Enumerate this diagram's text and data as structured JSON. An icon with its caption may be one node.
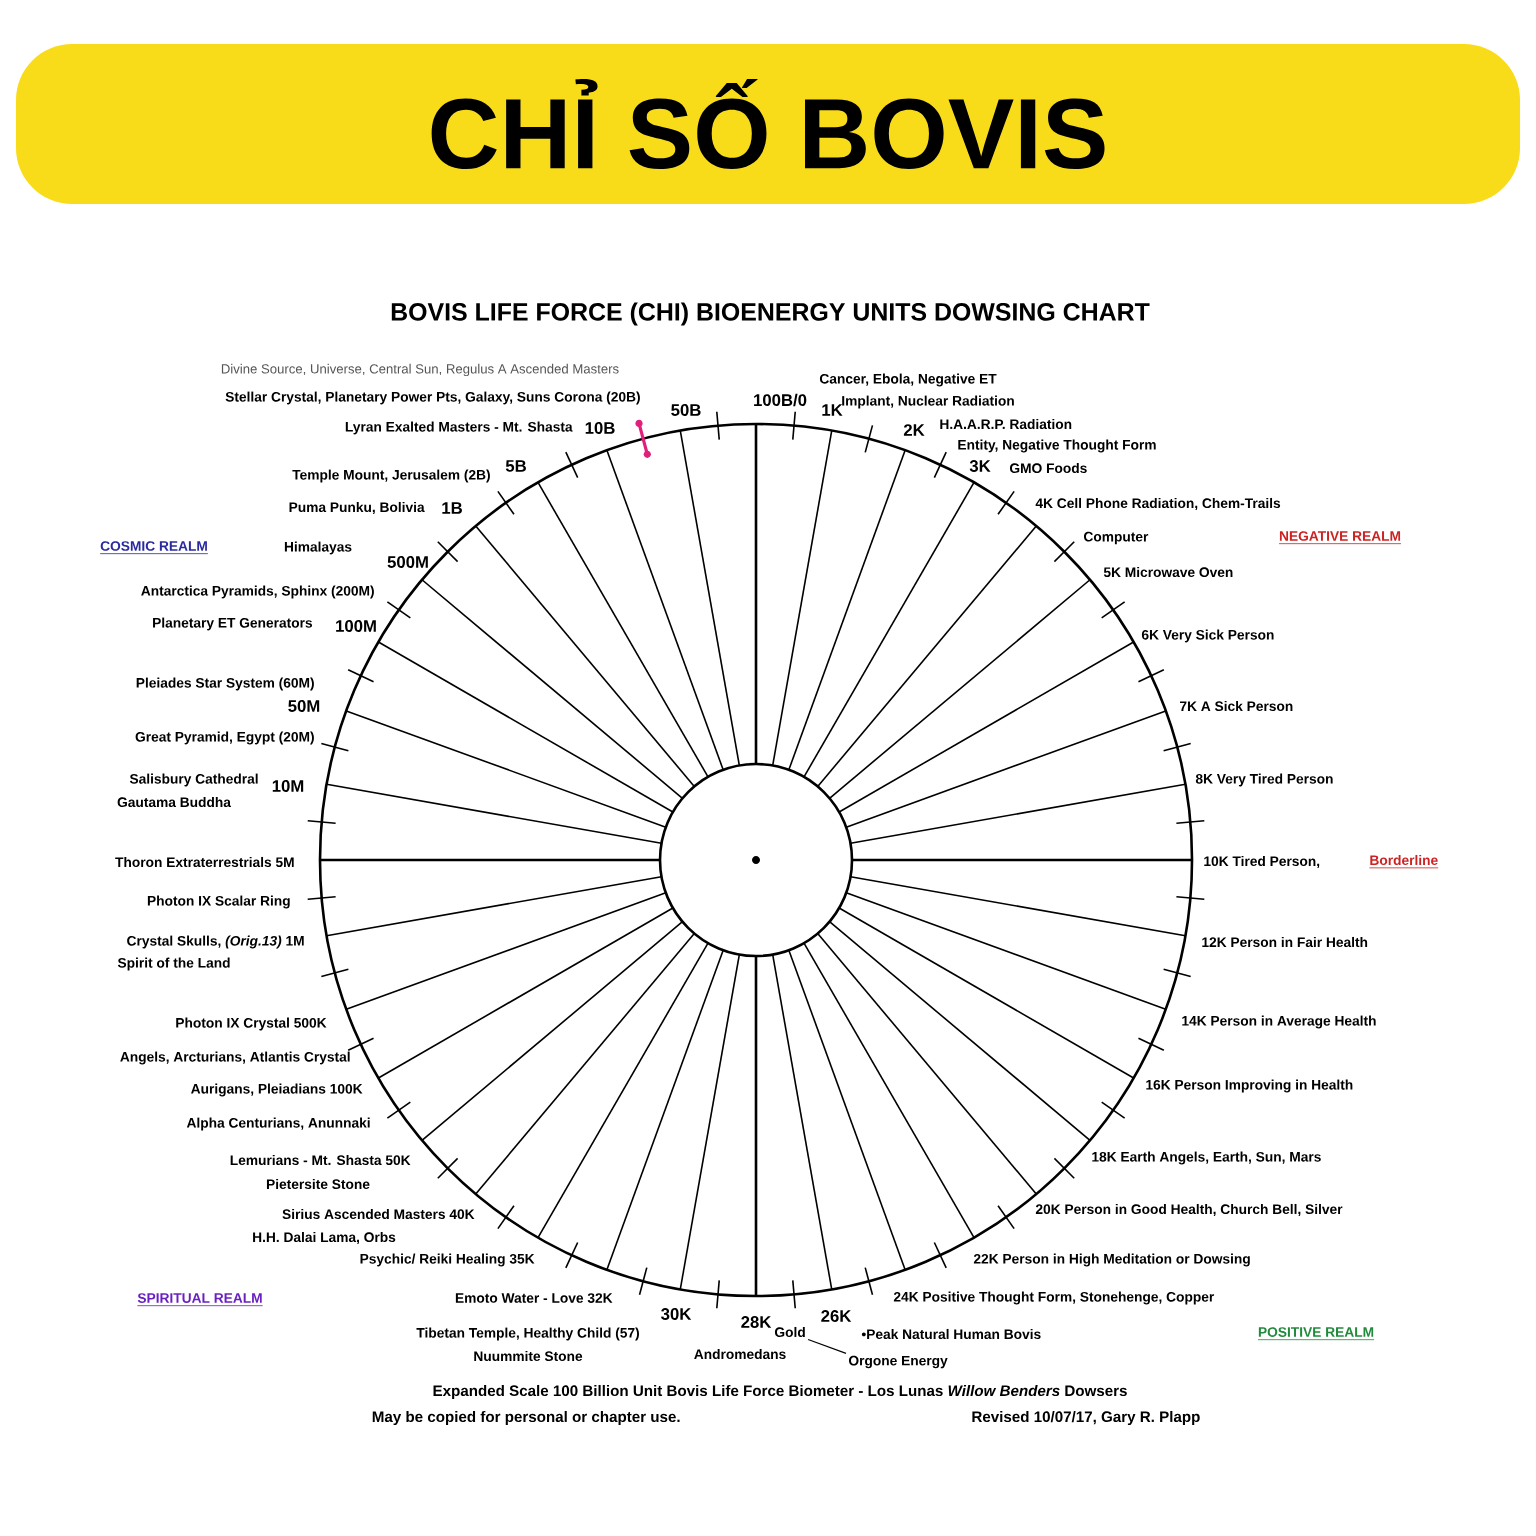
{
  "diagram": {
    "title": "CHỈ SỐ BOVIS",
    "nodes": [
      {
        "text": [
          "Gold"
        ]
      },
      {
        "text": [
          "Orgone Energy"
        ]
      }
    ],
    "edges": [
      {
        "from": 1,
        "to": 0,
        "arrow": "none"
      }
    ],
    "labels": [
      "BOVIS LIFE FORCE (CHI) BIOENERGY UNITS DOWSING CHART",
      "Divine Source, Universe, Central Sun, Regulus A Ascended Masters",
      "Stellar Crystal, Planetary Power Pts, Galaxy, Suns Corona (20B)",
      "50B",
      "100B/0",
      "Lyran Exalted Masters - Mt. Shasta",
      "10B",
      "5B",
      "Temple Mount, Jerusalem (2B)",
      "Puma Punku, Bolivia",
      "1B",
      "COSMIC REALM",
      "Himalayas",
      "500M",
      "Antarctica Pyramids, Sphinx (200M)",
      "Planetary ET Generators",
      "100M",
      "Pleiades Star System (60M)",
      "50M",
      "Great Pyramid, Egypt (20M)",
      "Salisbury Cathedral",
      "10M",
      "Gautama Buddha",
      "Thoron Extraterrestrials 5M",
      "Photon IX Scalar Ring",
      "Crystal Skulls, *(Orig.13)* 1M",
      "Spirit of the Land",
      "Photon IX Crystal  500K",
      "Angels, Arcturians, Atlantis Crystal",
      "Aurigans, Pleiadians 100K",
      "Alpha Centurians, Anunnaki",
      "Lemurians - Mt. Shasta 50K",
      "Pietersite Stone",
      "Sirius Ascended Masters 40K",
      "H.H. Dalai Lama, Orbs",
      "Psychic/ Reiki Healing 35K",
      "SPIRITUAL REALM",
      "Emoto Water - Love  32K",
      "30K",
      "Tibetan Temple, Healthy Child (57)",
      "Nuummite Stone",
      "28K",
      "Andromedans",
      "26K",
      "•Peak Natural Human Bovis",
      "Cancer, Ebola, Negative ET",
      "1K",
      "Implant, Nuclear Radiation",
      "2K",
      "H.A.A.R.P. Radiation",
      "Entity, Negative Thought Form",
      "3K",
      "GMO Foods",
      "4K Cell Phone Radiation, Chem-Trails",
      "Computer",
      "NEGATIVE REALM",
      "5K  Microwave Oven",
      "6K  Very Sick Person",
      "7K  A Sick Person",
      "8K Very Tired Person",
      "10K Tired Person,",
      "Borderline",
      "12K Person in Fair Health",
      "14K Person in Average Health",
      "16K Person Improving in Health",
      "18K  Earth Angels, Earth, Sun, Mars",
      "20K Person in Good Health, Church Bell, Silver",
      "22K  Person in High Meditation or Dowsing",
      "24K  Positive Thought Form, Stonehenge, Copper",
      "POSITIVE REALM",
      "Expanded Scale 100 Billion Unit Bovis Life Force Biometer - Los Lunas *Willow Benders* Dowsers",
      "May be copied for personal or chapter use.",
      "Revised 10/07/17, Gary R. Plapp"
    ]
  }
}
